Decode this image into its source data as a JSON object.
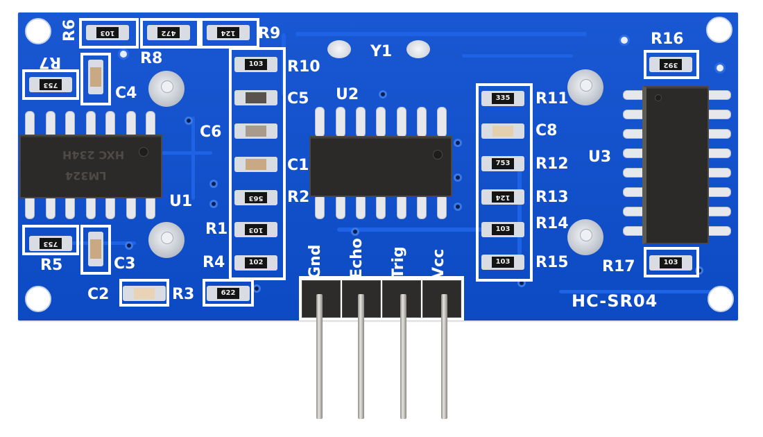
{
  "board": {
    "name": "HC-SR04",
    "colors": {
      "pcb": "#0d4fd0",
      "silkscreen": "#ffffff",
      "ic_body": "#2c2a28"
    }
  },
  "ics": [
    {
      "ref": "U1",
      "marking_line1": "LM324",
      "marking_line2": "HXC 234H",
      "pins": 14
    },
    {
      "ref": "U2",
      "marking_line1": "",
      "pins": 14
    },
    {
      "ref": "U3",
      "marking_line1": "",
      "pins": 16
    }
  ],
  "crystal": {
    "ref": "Y1"
  },
  "resistors": [
    {
      "ref": "R1",
      "code": "103"
    },
    {
      "ref": "R2",
      "code": "563"
    },
    {
      "ref": "R3",
      "code": "622"
    },
    {
      "ref": "R4",
      "code": "102"
    },
    {
      "ref": "R5",
      "code": "753"
    },
    {
      "ref": "R6",
      "code": "103"
    },
    {
      "ref": "R7",
      "code": "753"
    },
    {
      "ref": "R8",
      "code": "472"
    },
    {
      "ref": "R9",
      "code": "124"
    },
    {
      "ref": "R10",
      "code": "103"
    },
    {
      "ref": "R11",
      "code": "335"
    },
    {
      "ref": "R12",
      "code": "753"
    },
    {
      "ref": "R13",
      "code": "124"
    },
    {
      "ref": "R14",
      "code": "103"
    },
    {
      "ref": "R15",
      "code": "103"
    },
    {
      "ref": "R16",
      "code": "392"
    },
    {
      "ref": "R17",
      "code": "103"
    }
  ],
  "capacitors": [
    {
      "ref": "C1"
    },
    {
      "ref": "C2"
    },
    {
      "ref": "C3"
    },
    {
      "ref": "C4"
    },
    {
      "ref": "C5"
    },
    {
      "ref": "C6"
    },
    {
      "ref": "C8"
    }
  ],
  "header_pins": [
    {
      "label": "Gnd"
    },
    {
      "label": "Echo"
    },
    {
      "label": "Trig"
    },
    {
      "label": "Vcc"
    }
  ]
}
